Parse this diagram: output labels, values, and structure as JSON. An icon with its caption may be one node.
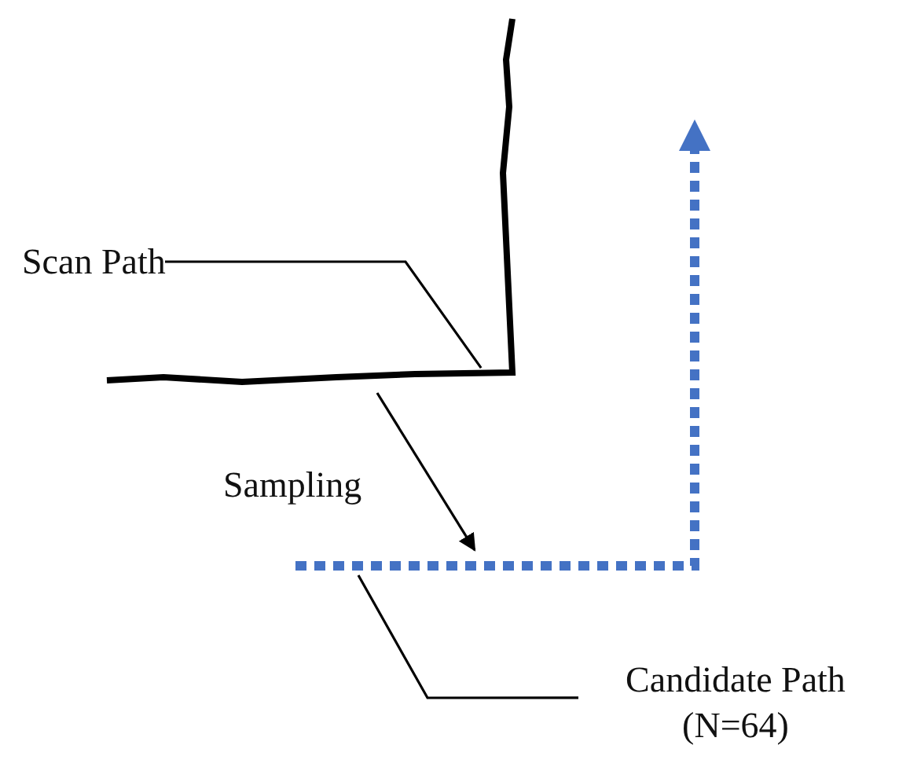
{
  "diagram": {
    "nodes": [
      {
        "text": [
          "Scan Path"
        ]
      },
      {
        "text": [],
        "shape": "line"
      },
      {
        "text": [],
        "shape": "line"
      },
      {
        "text": [
          "Candidate Path (N=64)"
        ]
      }
    ],
    "edges": [
      {
        "from": 0,
        "to": 1,
        "arrow": "none"
      },
      {
        "from": 1,
        "to": 2,
        "arrow": "to",
        "label": "Sampling"
      },
      {
        "from": 3,
        "to": 2,
        "arrow": "none"
      }
    ]
  }
}
